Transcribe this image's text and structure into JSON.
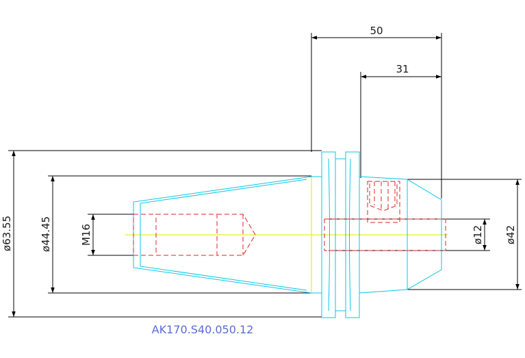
{
  "drawing": {
    "part_number": "AK170.S40.050.12",
    "dimensions": {
      "overall_length": "50",
      "shank_length": "31",
      "flange_diameter": "ø63.55",
      "taper_diameter": "ø44.45",
      "thread": "M16",
      "bore_diameter": "ø12",
      "nose_diameter": "ø42"
    },
    "colors": {
      "outline": "#00c8e6",
      "hidden": "#e02020",
      "centerline": "#e6e600",
      "dimension": "#000000",
      "part_number": "#5a6bd8"
    }
  }
}
